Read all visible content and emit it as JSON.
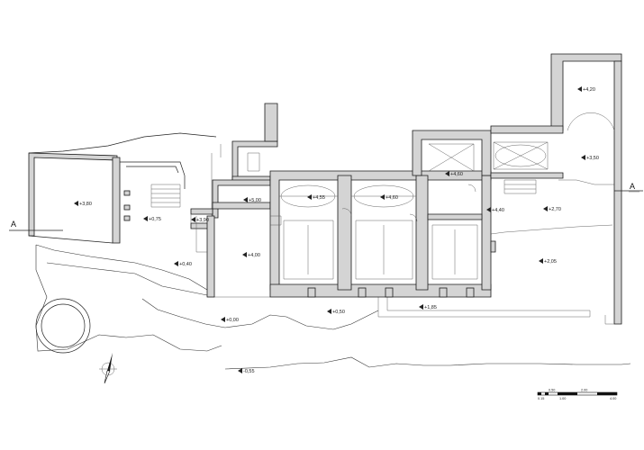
{
  "section": {
    "left_label": "A",
    "right_label": "A"
  },
  "levels": [
    {
      "id": "l1",
      "text": "+3,80"
    },
    {
      "id": "l2",
      "text": "+0,75"
    },
    {
      "id": "l3",
      "text": "+3,90"
    },
    {
      "id": "l4",
      "text": "+5,00"
    },
    {
      "id": "l5",
      "text": "+0,40"
    },
    {
      "id": "l6",
      "text": "+4,00"
    },
    {
      "id": "l7",
      "text": "+4,55"
    },
    {
      "id": "l8",
      "text": "+4,60"
    },
    {
      "id": "l9",
      "text": "+4,60"
    },
    {
      "id": "l10",
      "text": "+4,40"
    },
    {
      "id": "l11",
      "text": "+4,20"
    },
    {
      "id": "l12",
      "text": "+3,50"
    },
    {
      "id": "l13",
      "text": "+2,70"
    },
    {
      "id": "l14",
      "text": "+2,05"
    },
    {
      "id": "l15",
      "text": "+0,00"
    },
    {
      "id": "l16",
      "text": "+0,50"
    },
    {
      "id": "l17",
      "text": "+1,85"
    },
    {
      "id": "l18",
      "text": "-0,55"
    }
  ],
  "scale": {
    "top": [
      "0.50",
      "2.00"
    ],
    "bottom": [
      "0.15",
      "1.00",
      "4.00"
    ]
  }
}
